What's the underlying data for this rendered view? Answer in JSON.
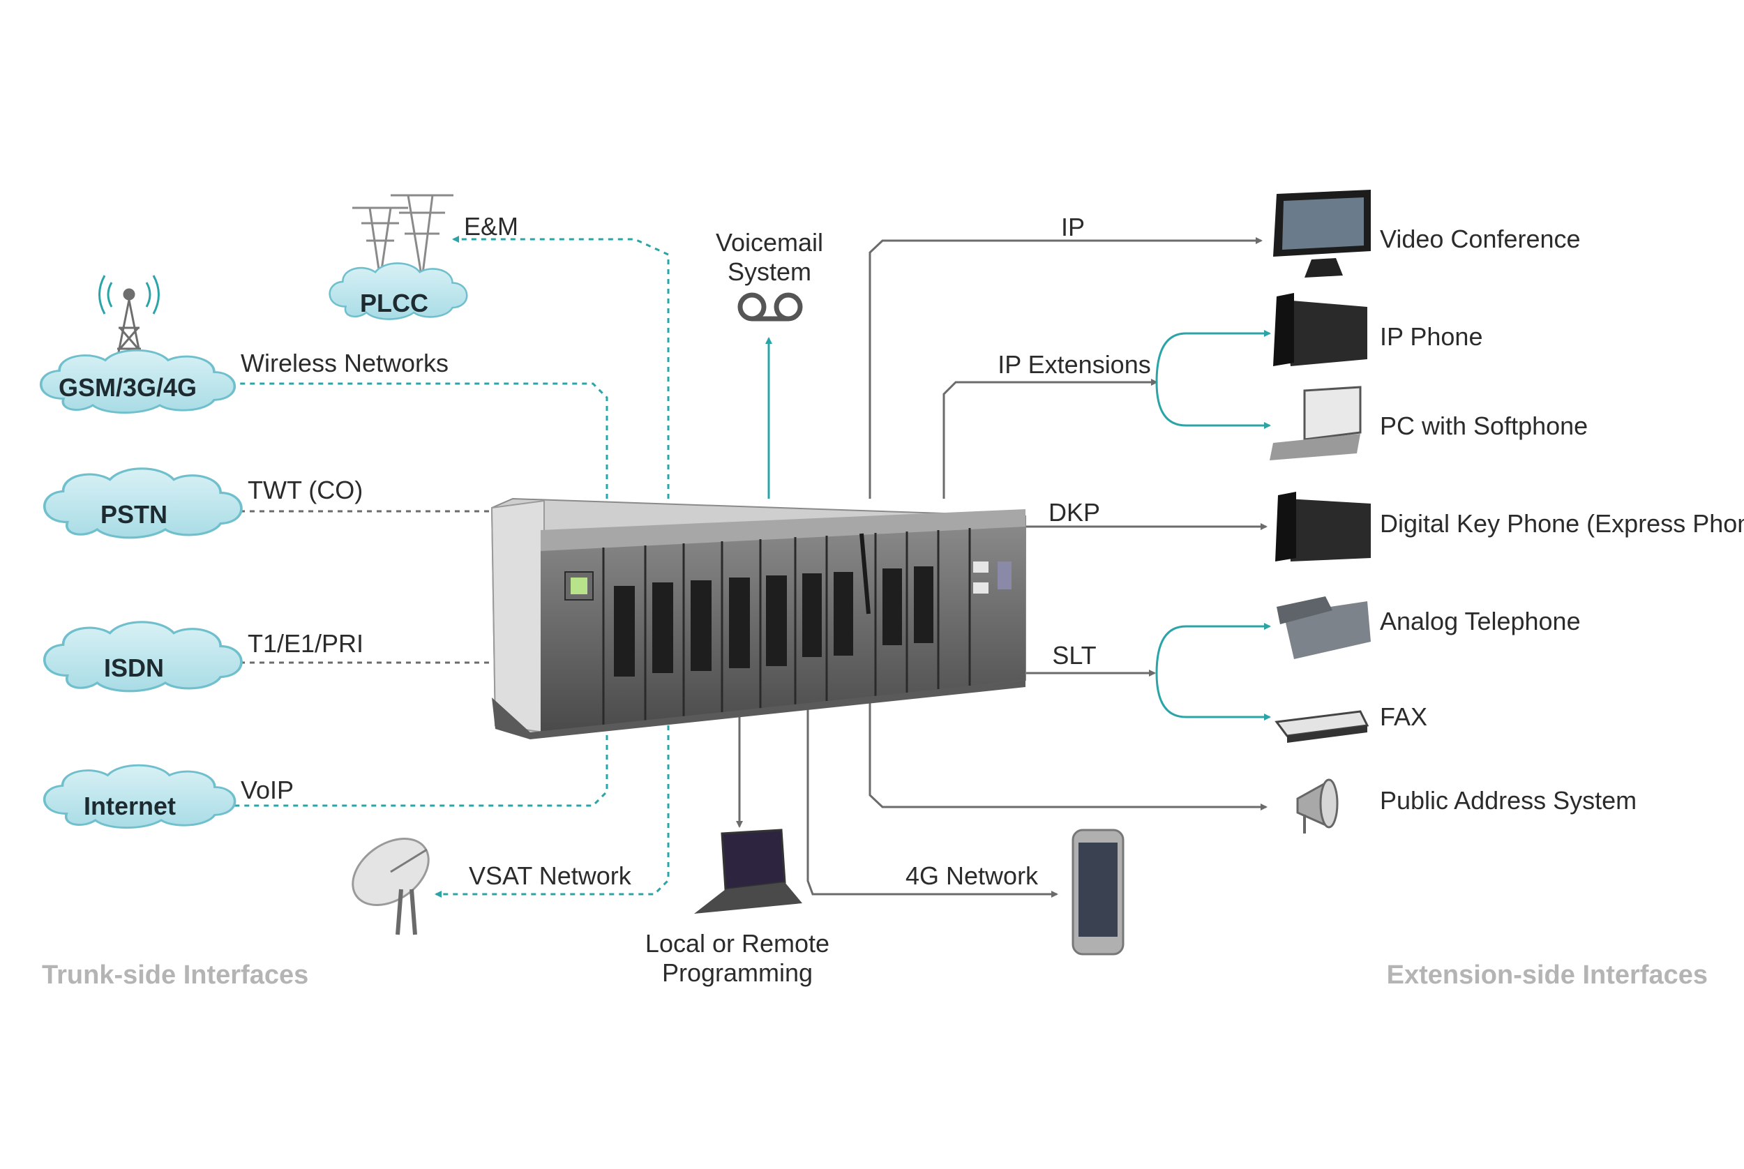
{
  "trunk_side": {
    "heading": "Trunk-side Interfaces",
    "clouds": [
      {
        "name": "PLCC",
        "link": "E&M"
      },
      {
        "name": "GSM/3G/4G",
        "link": "Wireless Networks"
      },
      {
        "name": "PSTN",
        "link": "TWT (CO)"
      },
      {
        "name": "ISDN",
        "link": "T1/E1/PRI"
      },
      {
        "name": "Internet",
        "link": "VoIP"
      }
    ],
    "vsat": {
      "link": "VSAT Network"
    }
  },
  "top": {
    "voicemail_line1": "Voicemail",
    "voicemail_line2": "System"
  },
  "bottom": {
    "programming_line1": "Local or Remote",
    "programming_line2": "Programming",
    "mobile_link": "4G Network"
  },
  "extension_side": {
    "heading": "Extension-side Interfaces",
    "links": {
      "ip": "IP",
      "ip_ext": "IP Extensions",
      "dkp": "DKP",
      "slt": "SLT"
    },
    "devices": [
      {
        "name": "Video Conference"
      },
      {
        "name": "IP Phone"
      },
      {
        "name": "PC with Softphone"
      },
      {
        "name": "Digital Key Phone (Express Phone)"
      },
      {
        "name": "Analog Telephone"
      },
      {
        "name": "FAX"
      },
      {
        "name": "Public Address System"
      }
    ]
  },
  "colors": {
    "teal": "#2ba4a8",
    "grey_line": "#6b6b6b",
    "cloud": "#bfe7ee",
    "heading": "#b4b4b4"
  }
}
